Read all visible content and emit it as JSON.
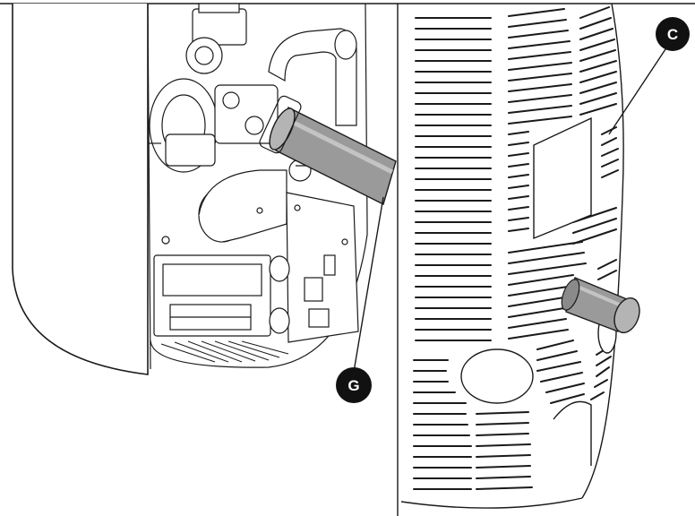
{
  "figure": {
    "callouts": [
      {
        "id": "C",
        "label": "C"
      },
      {
        "id": "G",
        "label": "G"
      }
    ],
    "colors": {
      "line": "#1a1a1a",
      "pipe_fill": "#9a9a9a",
      "pipe_highlight": "#c4c4c4",
      "callout_fill": "#111111",
      "background": "#ffffff"
    },
    "icons": [
      "callout-badge"
    ]
  }
}
